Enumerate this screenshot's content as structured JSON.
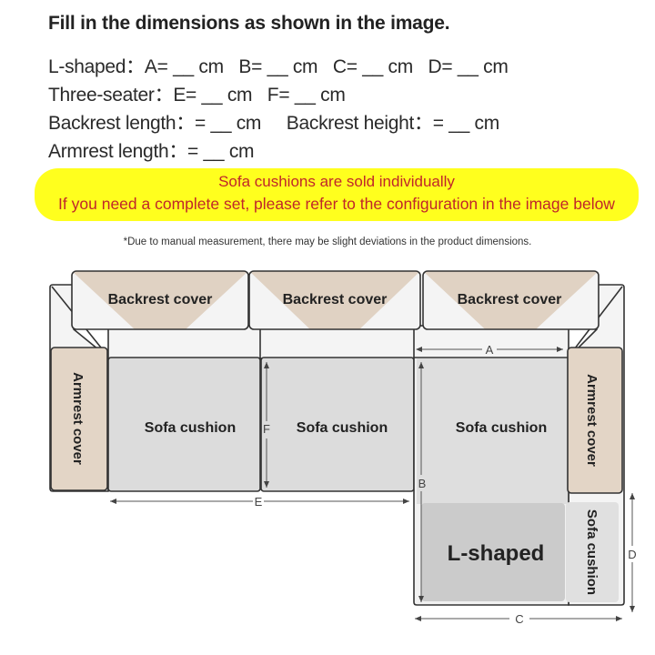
{
  "header": {
    "title": "Fill in the dimensions as shown in the image.",
    "lines": [
      "L-shaped：A= __ cm   B= __ cm   C= __ cm   D= __ cm",
      "Three-seater：E= __ cm   F= __ cm",
      "Backrest length：= __ cm     Backrest height：= __ cm",
      "Armrest length：= __ cm"
    ]
  },
  "banner": {
    "line1": "Sofa cushions are sold individually",
    "line2": "If you need a complete set, please refer to the configuration in the image below",
    "background": "#ffff1e",
    "text_color": "#c0262a"
  },
  "note": "*Due to manual measurement, there may be slight deviations in the product dimensions.",
  "diagram": {
    "backrests": [
      "Backrest cover",
      "Backrest cover",
      "Backrest cover"
    ],
    "armrest_left": "Armrest cover",
    "armrest_right": "Armrest cover",
    "seat_cushions": [
      "Sofa cushion",
      "Sofa cushion",
      "Sofa cushion"
    ],
    "chaise_label": "L-shaped",
    "chaise_side_cushion": "Sofa cushion",
    "dimensions": {
      "A": "A",
      "B": "B",
      "C": "C",
      "D": "D",
      "E": "E",
      "F": "F"
    },
    "colors": {
      "cover_tan": "#e3d5c6",
      "cushion_gray": "#dcdcdc",
      "chaise_gray": "#cbcbcb",
      "frame_white": "#f4f4f4",
      "outline": "#333333"
    }
  }
}
